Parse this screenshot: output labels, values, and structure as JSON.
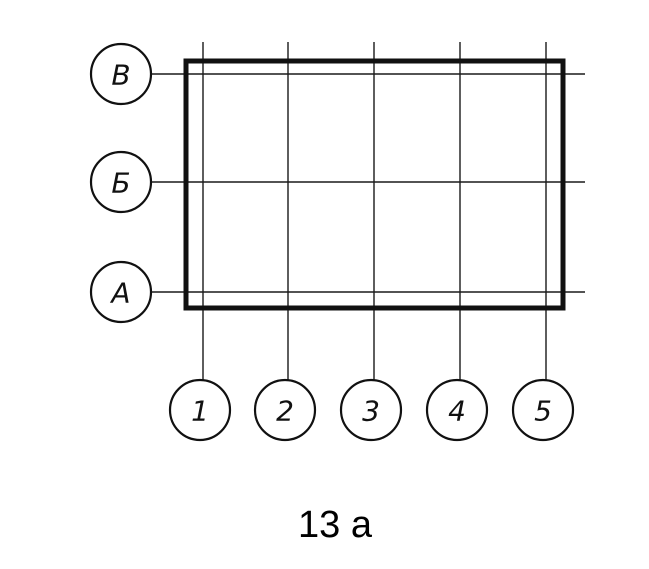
{
  "grid": {
    "row_axes": [
      "В",
      "Б",
      "А"
    ],
    "column_axes": [
      "1",
      "2",
      "3",
      "4",
      "5"
    ]
  },
  "caption": "13 а",
  "colors": {
    "ink": "#111111",
    "background": "#ffffff"
  }
}
